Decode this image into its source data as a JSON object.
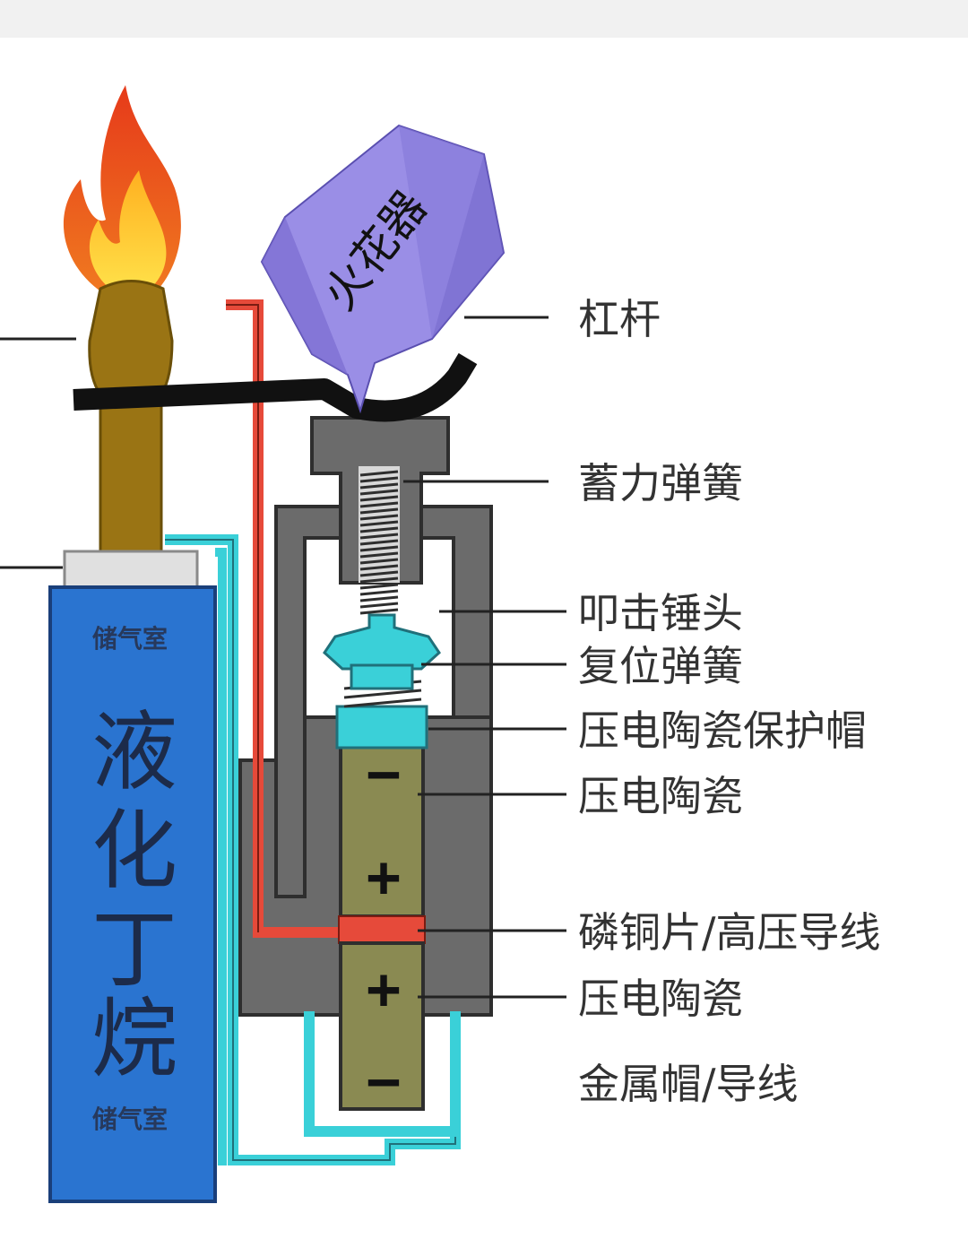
{
  "tank": {
    "top_label": "储气室",
    "name_chars": [
      "液",
      "化",
      "丁",
      "烷"
    ],
    "bottom_label": "储气室"
  },
  "spark_tag": "火花器",
  "labels": {
    "lever": "杠杆",
    "energy_spring": "蓄力弹簧",
    "hammer": "叩击锤头",
    "reset_spring": "复位弹簧",
    "ceramic_cap": "压电陶瓷保护帽",
    "ceramic_upper": "压电陶瓷",
    "copper_strip": "磷铜片/高压导线",
    "ceramic_lower": "压电陶瓷",
    "metal_cap": "金属帽/导线"
  },
  "polarity": {
    "upper_top": "−",
    "upper_bottom": "+",
    "lower_top": "+",
    "lower_bottom": "−"
  },
  "colors": {
    "tank_blue": "#2a74d0",
    "nozzle_brown": "#9a7414",
    "ceramic_olive": "#8a8a52",
    "wire_red": "#e64a3a",
    "wire_cyan": "#3ad0d8",
    "housing_gray": "#6b6b6b",
    "spark_purple": "#9a8ee6"
  }
}
